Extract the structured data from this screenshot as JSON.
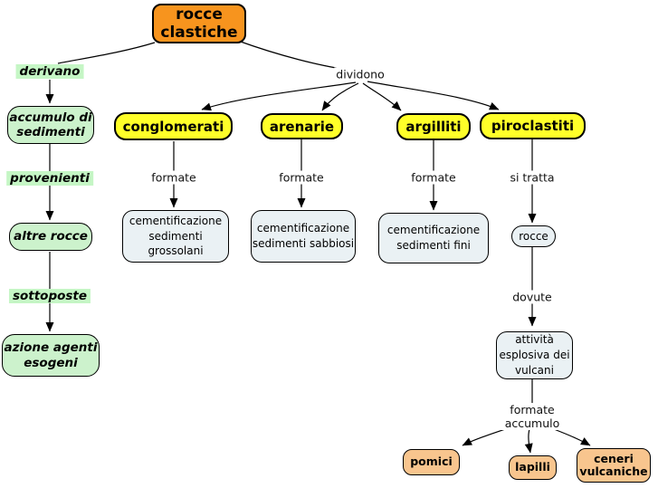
{
  "diagram_title": "rocce clastiche",
  "root_node": "rocce clastiche",
  "nodes": {
    "accumulo_sedimenti": "accumulo di sedimenti",
    "altre_rocce": "altre rocce",
    "azione_agenti": "azione agenti esogeni",
    "conglomerati": "conglomerati",
    "arenarie": "arenarie",
    "argilliti": "argilliti",
    "piroclastiti": "piroclastiti",
    "cement_grossolani": "cementificazione sedimenti grossolani",
    "cement_sabbiosi": "cementificazione sedimenti sabbiosi",
    "cement_fini": "cementificazione sedimenti fini",
    "rocce": "rocce",
    "attivita_vulcani": "attività esplosiva dei vulcani",
    "pomici": "pomici",
    "lapilli": "lapilli",
    "ceneri_vulcaniche": "ceneri vulcaniche"
  },
  "links": {
    "derivano": "derivano",
    "provenienti": "provenienti",
    "sottoposte": "sottoposte",
    "dividono": "dividono",
    "formate_conglomerati": "formate",
    "formate_arenarie": "formate",
    "formate_argilliti": "formate",
    "si_tratta": "si tratta",
    "dovute": "dovute",
    "formate_accumulo": "formate accumulo"
  },
  "colors": {
    "root_fill": "#f7941e",
    "green_fill": "#ccf2cc",
    "green_label_fill": "#c5f6c5",
    "yellow_fill": "#ffff29",
    "gray_fill": "#eaf1f4",
    "peach_fill": "#f8c58e",
    "border": "#000000",
    "line": "#000000",
    "background": "#ffffff"
  }
}
